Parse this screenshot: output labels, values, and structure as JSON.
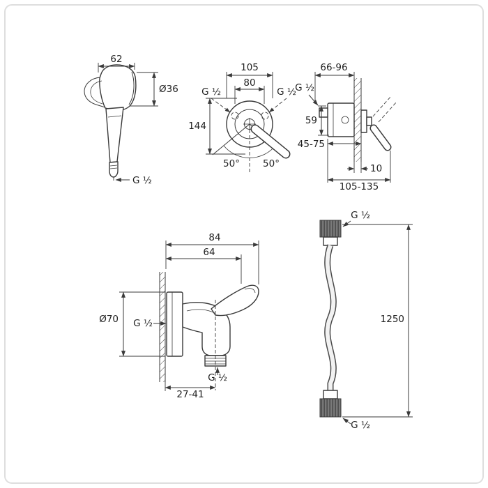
{
  "colors": {
    "line": "#3a3a3a",
    "metal": "#7a7a7a",
    "frame": "#dedede"
  },
  "sprayer": {
    "width": "62",
    "head_diameter": "Ø36",
    "thread": "G ½"
  },
  "mixer_front": {
    "width_outer": "105",
    "width_inner": "80",
    "thread_left": "G ½",
    "thread_right": "G ½",
    "height": "144",
    "angle_left": "50°",
    "angle_right": "50°"
  },
  "mixer_side": {
    "depth_range": "66-96",
    "thread": "G ½",
    "height": "59",
    "depth_bottom": "45-75",
    "wall_gap": "10",
    "total_depth": "105-135"
  },
  "wall_elbow": {
    "width": "84",
    "width_inner": "64",
    "flange_diameter": "Ø70",
    "thread_inlet": "G ½",
    "thread_outlet": "G ½",
    "outlet_range": "27-41"
  },
  "hose": {
    "thread_top": "G ½",
    "length": "1250",
    "thread_bottom": "G ½"
  }
}
